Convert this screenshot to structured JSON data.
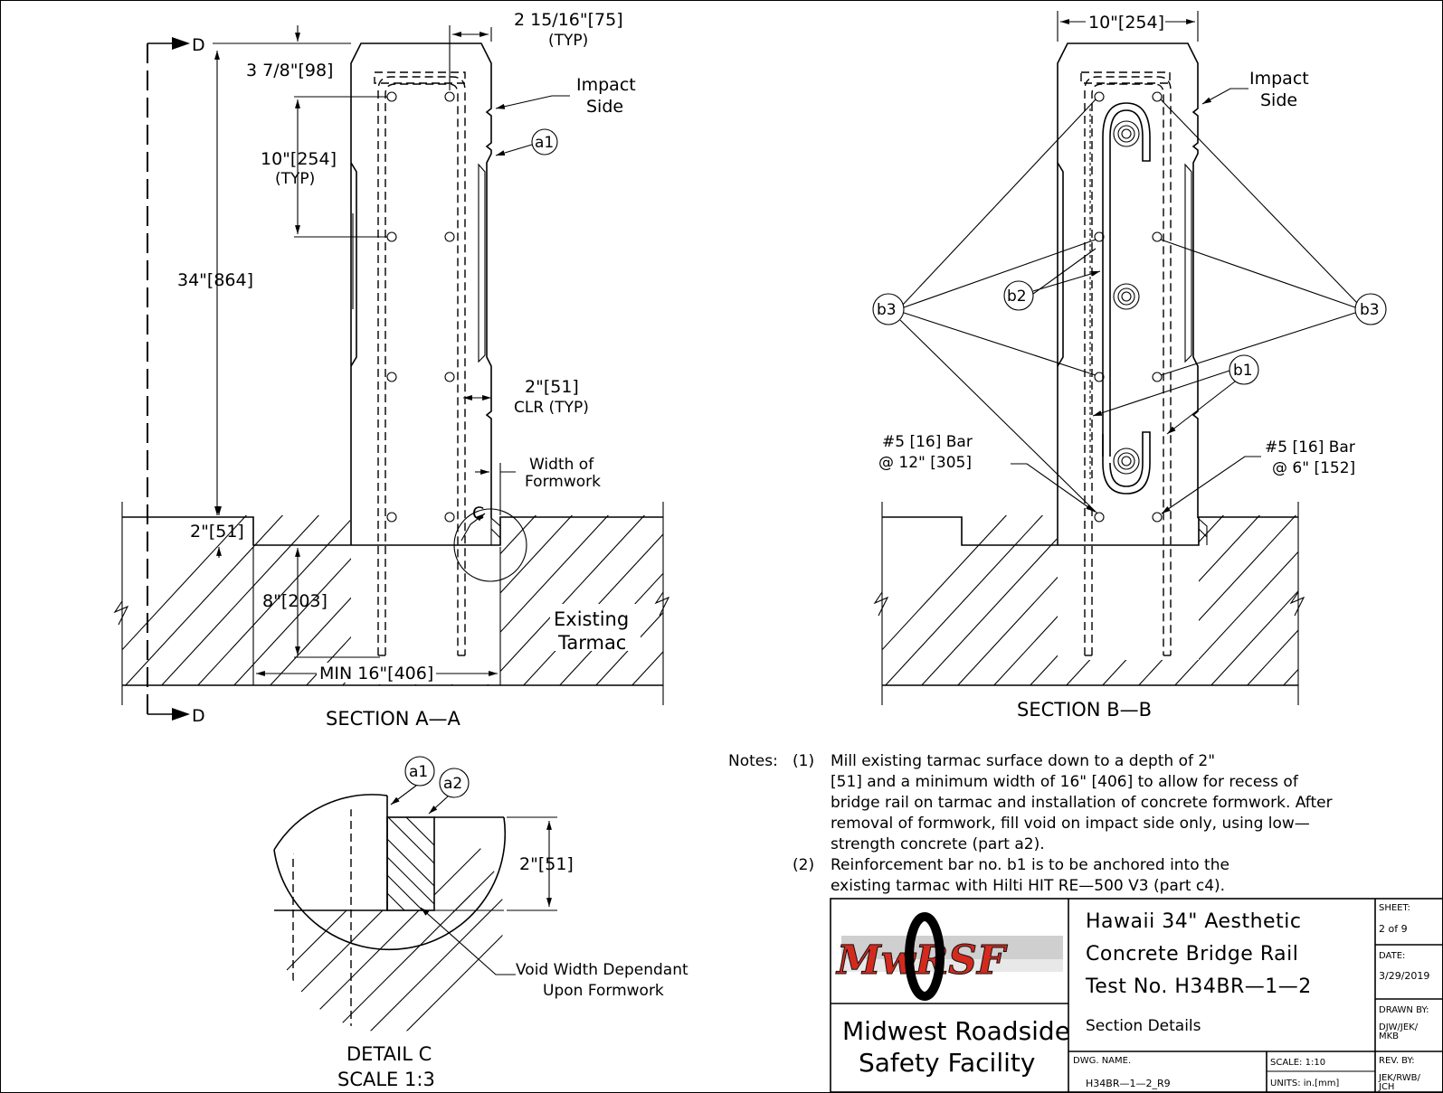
{
  "section_aa": {
    "title": "SECTION A—A",
    "cut_label_top": "D",
    "cut_label_bottom": "D",
    "dim_top_offset": "3 7/8\"[98]",
    "dim_top_right": "2  15/16\"[75]",
    "dim_top_right_typ": "(TYP)",
    "impact_side_1": "Impact",
    "impact_side_2": "Side",
    "bubble_a1": "a1",
    "dim_spacing": "10\"[254]",
    "dim_spacing_typ": "(TYP)",
    "dim_height": "34\"[864]",
    "dim_clr": "2\"[51]",
    "dim_clr_typ": "CLR (TYP)",
    "formwork_1": "Width of",
    "formwork_2": "Formwork",
    "detail_callout": "C",
    "dim_recess": "2\"[51]",
    "dim_embed": "8\"[203]",
    "dim_min_width": "MIN  16\"[406]",
    "tarmac_1": "Existing",
    "tarmac_2": "Tarmac"
  },
  "section_bb": {
    "title": "SECTION B—B",
    "dim_width": "10\"[254]",
    "impact_side_1": "Impact",
    "impact_side_2": "Side",
    "bubble_b3_left": "b3",
    "bubble_b3_right": "b3",
    "bubble_b2": "b2",
    "bubble_b1": "b1",
    "bar_left_1": "#5  [16]  Bar",
    "bar_left_2": "@  12\"  [305]",
    "bar_right_1": "#5  [16]  Bar",
    "bar_right_2": "@  6\"  [152]"
  },
  "detail_c": {
    "title": "DETAIL C",
    "scale": "SCALE  1:3",
    "bubble_a1": "a1",
    "bubble_a2": "a2",
    "dim": "2\"[51]",
    "void_1": "Void  Width  Dependant",
    "void_2": "Upon  Formwork"
  },
  "notes": {
    "label": "Notes:",
    "n1_num": "(1)",
    "n1_lines": [
      "Mill  existing  tarmac  surface  down  to  a  depth  of  2\"",
      "[51]  and  a  minimum  width  of  16\"  [406]  to  allow  for  recess  of",
      "bridge  rail  on  tarmac  and  installation  of  concrete  formwork.  After",
      "removal  of  formwork,  fill  void  on  impact  side  only,  using  low—",
      "strength  concrete  (part  a2)."
    ],
    "n2_num": "(2)",
    "n2_lines": [
      "Reinforcement  bar  no.  b1  is  to  be  anchored  into  the",
      "existing  tarmac  with  Hilti  HIT  RE—500  V3  (part  c4)."
    ]
  },
  "title_block": {
    "logo_text": "MwRSF",
    "org_line1": "Midwest  Roadside",
    "org_line2": "Safety  Facility",
    "title_line1": "Hawaii  34\"  Aesthetic",
    "title_line2": "Concrete  Bridge  Rail",
    "title_line3": "Test  No.  H34BR—1—2",
    "subtitle": "Section  Details",
    "sheet_label": "SHEET:",
    "sheet_value": "2  of  9",
    "date_label": "DATE:",
    "date_value": "3/29/2019",
    "drawn_label": "DRAWN  BY:",
    "drawn_value_1": "DJW/JEK/",
    "drawn_value_2": "MKB",
    "dwg_label": "DWG.  NAME.",
    "dwg_value": "H34BR—1—2_R9",
    "scale_label": "SCALE:  1:10",
    "units_label": "UNITS:  in.[mm]",
    "rev_label": "REV.  BY:",
    "rev_value_1": "JEK/RWB/",
    "rev_value_2": "JCH"
  },
  "colors": {
    "logo_red": "#d42a1e",
    "ink": "#000000"
  }
}
